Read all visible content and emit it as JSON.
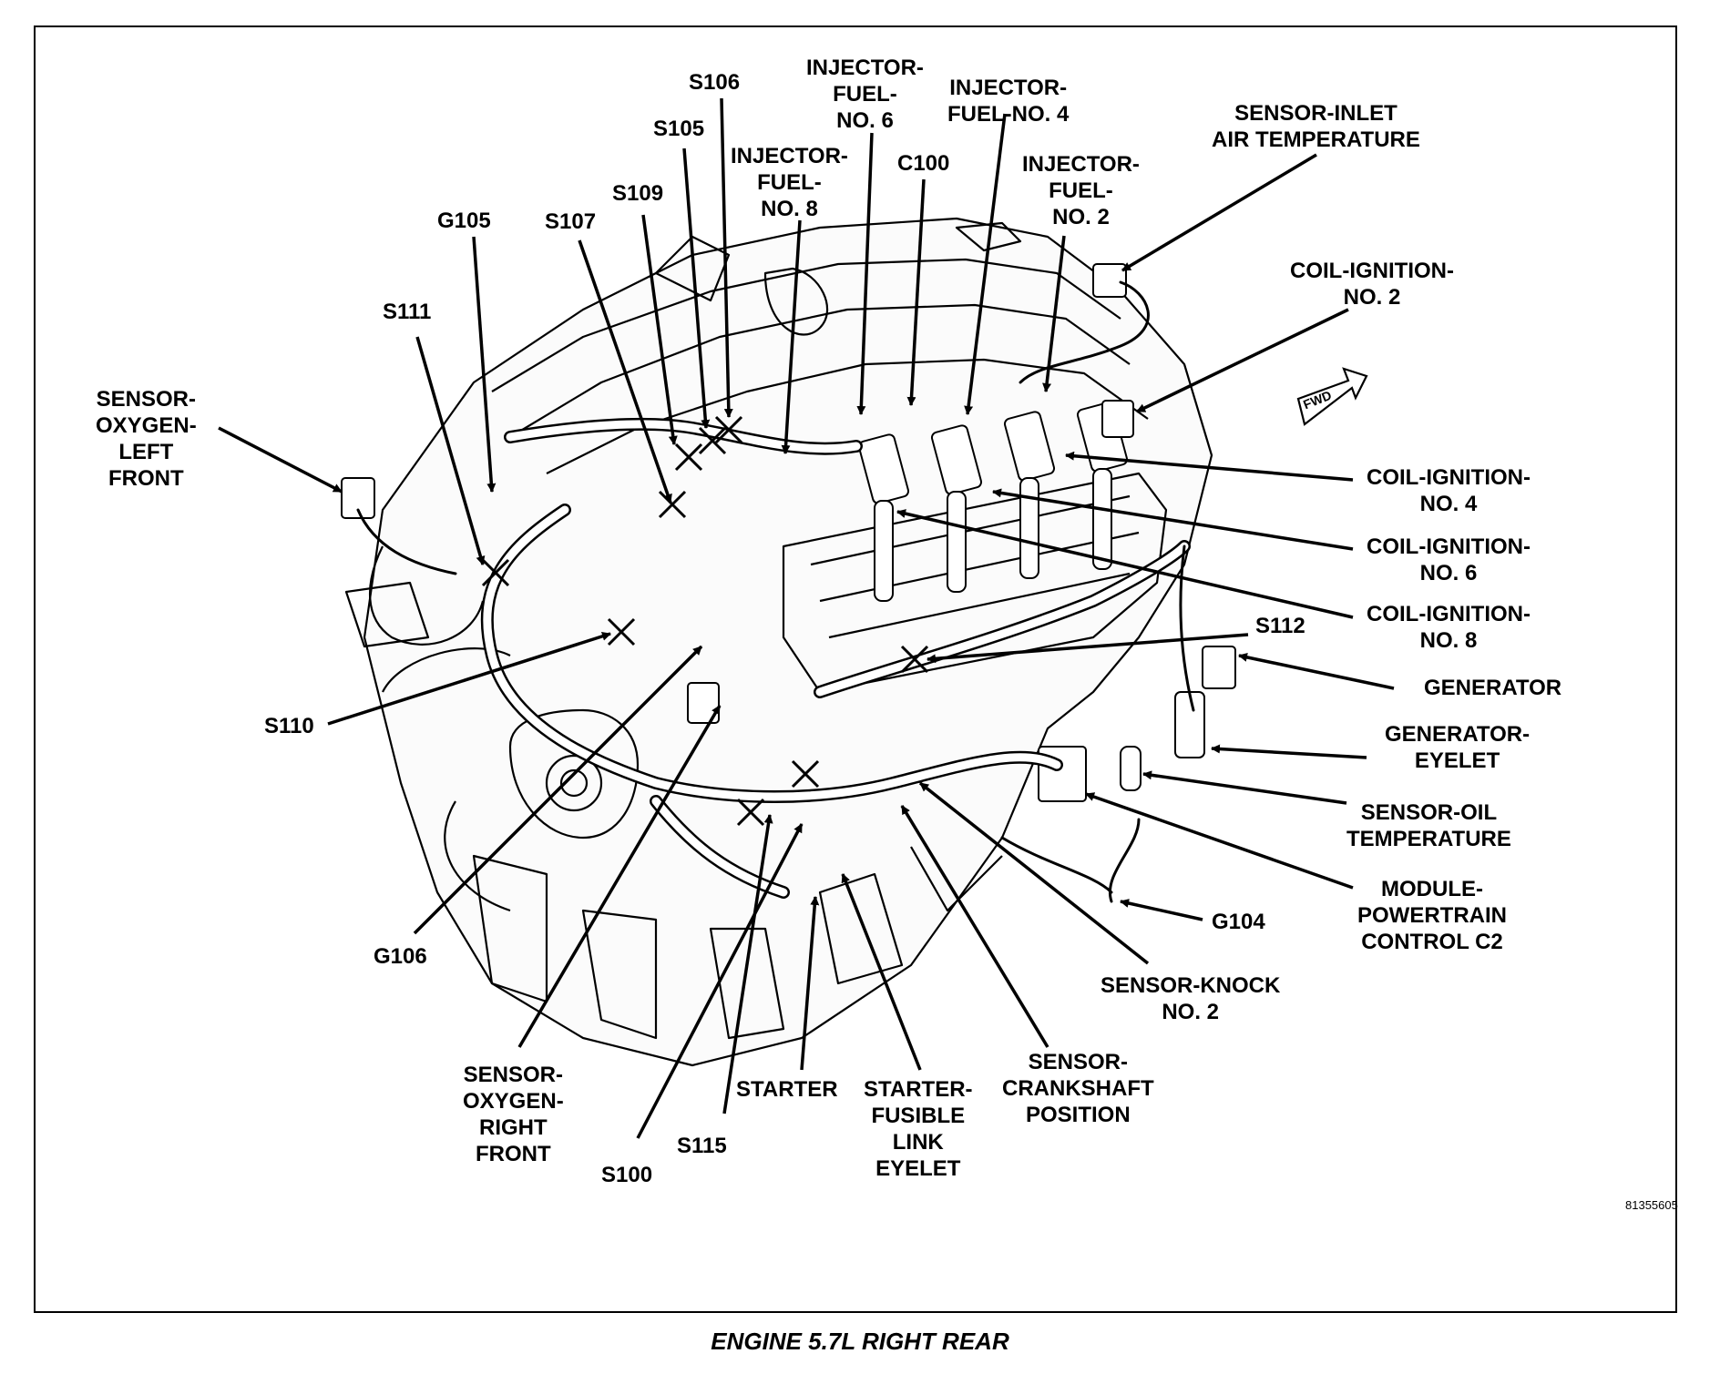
{
  "figure": {
    "code": "81355605",
    "caption": "ENGINE 5.7L RIGHT REAR",
    "direction_arrow": "FWD"
  },
  "callouts": [
    {
      "id": "s106",
      "lines": [
        "S106"
      ]
    },
    {
      "id": "injector-fuel-6",
      "lines": [
        "INJECTOR-",
        "FUEL-",
        "NO. 6"
      ]
    },
    {
      "id": "injector-fuel-4",
      "lines": [
        "INJECTOR-",
        "FUEL-NO. 4"
      ]
    },
    {
      "id": "s105",
      "lines": [
        "S105"
      ]
    },
    {
      "id": "injector-fuel-8",
      "lines": [
        "INJECTOR-",
        "FUEL-",
        "NO. 8"
      ]
    },
    {
      "id": "c100",
      "lines": [
        "C100"
      ]
    },
    {
      "id": "injector-fuel-2",
      "lines": [
        "INJECTOR-",
        "FUEL-",
        "NO. 2"
      ]
    },
    {
      "id": "sensor-inlet-air-temp",
      "lines": [
        "SENSOR-INLET",
        "AIR TEMPERATURE"
      ]
    },
    {
      "id": "s109",
      "lines": [
        "S109"
      ]
    },
    {
      "id": "g105",
      "lines": [
        "G105"
      ]
    },
    {
      "id": "s107",
      "lines": [
        "S107"
      ]
    },
    {
      "id": "coil-ignition-2",
      "lines": [
        "COIL-IGNITION-",
        "NO. 2"
      ]
    },
    {
      "id": "s111",
      "lines": [
        "S111"
      ]
    },
    {
      "id": "sensor-oxygen-left-front",
      "lines": [
        "SENSOR-",
        "OXYGEN-",
        "LEFT",
        "FRONT"
      ]
    },
    {
      "id": "coil-ignition-4",
      "lines": [
        "COIL-IGNITION-",
        "NO. 4"
      ]
    },
    {
      "id": "coil-ignition-6",
      "lines": [
        "COIL-IGNITION-",
        "NO. 6"
      ]
    },
    {
      "id": "coil-ignition-8",
      "lines": [
        "COIL-IGNITION-",
        "NO. 8"
      ]
    },
    {
      "id": "s112",
      "lines": [
        "S112"
      ]
    },
    {
      "id": "generator",
      "lines": [
        "GENERATOR"
      ]
    },
    {
      "id": "s110",
      "lines": [
        "S110"
      ]
    },
    {
      "id": "generator-eyelet",
      "lines": [
        "GENERATOR-",
        "EYELET"
      ]
    },
    {
      "id": "sensor-oil-temp",
      "lines": [
        "SENSOR-OIL",
        "TEMPERATURE"
      ]
    },
    {
      "id": "module-powertrain",
      "lines": [
        "MODULE-",
        "POWERTRAIN",
        "CONTROL C2"
      ]
    },
    {
      "id": "g104",
      "lines": [
        "G104"
      ]
    },
    {
      "id": "g106",
      "lines": [
        "G106"
      ]
    },
    {
      "id": "sensor-knock-2",
      "lines": [
        "SENSOR-KNOCK",
        "NO. 2"
      ]
    },
    {
      "id": "sensor-crankshaft",
      "lines": [
        "SENSOR-",
        "CRANKSHAFT",
        "POSITION"
      ]
    },
    {
      "id": "sensor-oxygen-right-front",
      "lines": [
        "SENSOR-",
        "OXYGEN-",
        "RIGHT",
        "FRONT"
      ]
    },
    {
      "id": "starter",
      "lines": [
        "STARTER"
      ]
    },
    {
      "id": "starter-fusible-link",
      "lines": [
        "STARTER-",
        "FUSIBLE",
        "LINK",
        "EYELET"
      ]
    },
    {
      "id": "s115",
      "lines": [
        "S115"
      ]
    },
    {
      "id": "s100",
      "lines": [
        "S100"
      ]
    }
  ]
}
